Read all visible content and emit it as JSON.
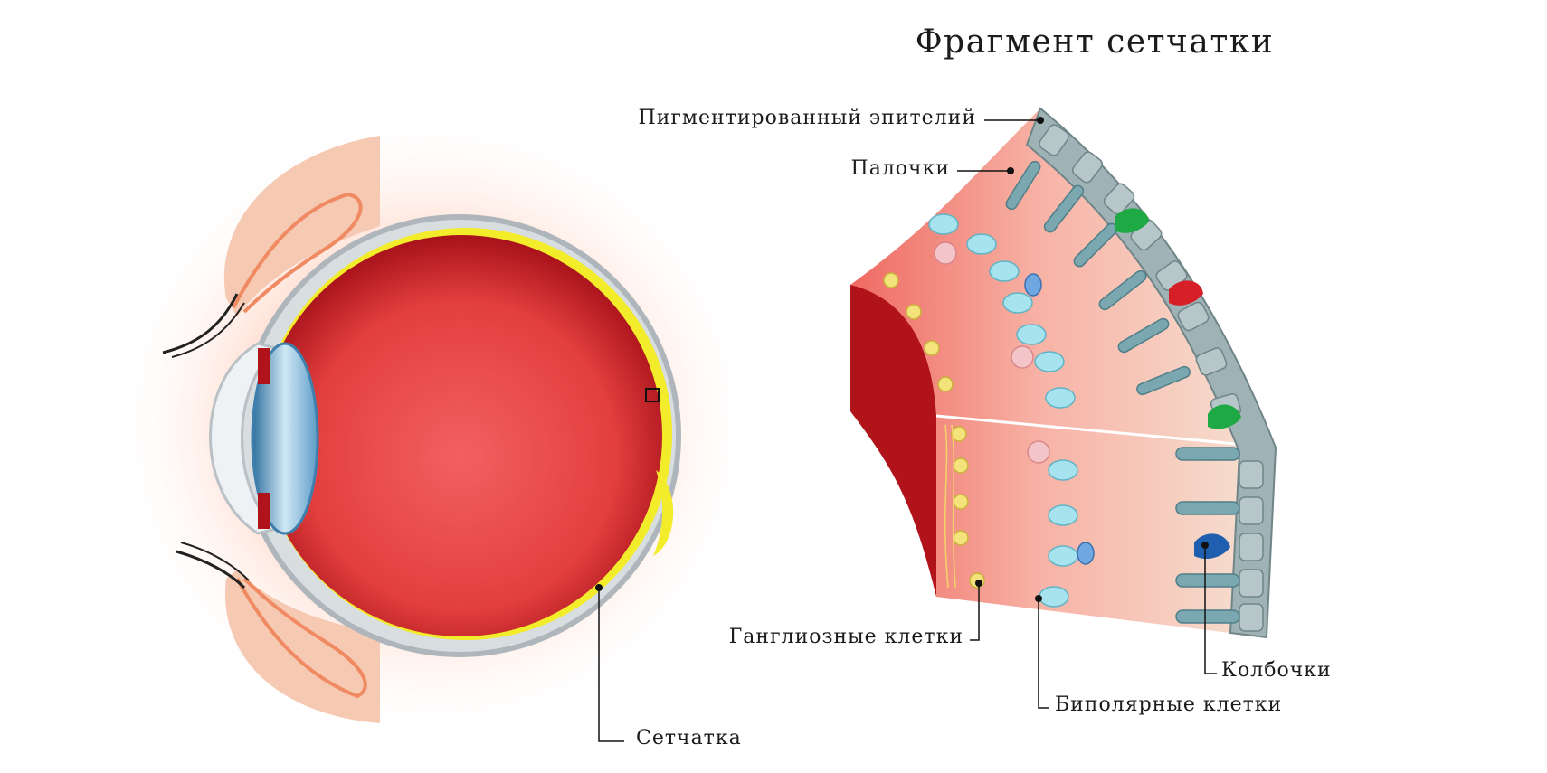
{
  "title": "Фрагмент сетчатки",
  "labels": {
    "pigment_epithelium": "Пигментированный эпителий",
    "rods": "Палочки",
    "ganglion_cells": "Ганглиозные клетки",
    "bipolar_cells": "Биполярные клетки",
    "cones": "Колбочки",
    "retina": "Сетчатка"
  },
  "colors": {
    "eyeball_red": "#e8413f",
    "eyeball_dark": "#b0141a",
    "retina_yellow": "#f3ec2a",
    "sclera_gray": "#b9c1c6",
    "lens_blue": "#8fc6e6",
    "eyelid_peach": "#f6c9b3",
    "epithelium_gray": "#9fb3b6",
    "rod_teal": "#7ba7b0",
    "bipolar_cyan": "#a7e3ee",
    "ganglion_yellow": "#f4e27a",
    "cone_green": "#1fa945",
    "cone_red": "#d61f26",
    "cone_blue": "#1f5fb0",
    "amacrine_pink": "#f3c5c8"
  },
  "icons": [
    "eye-cross-section-illustration",
    "retina-fragment-illustration"
  ]
}
